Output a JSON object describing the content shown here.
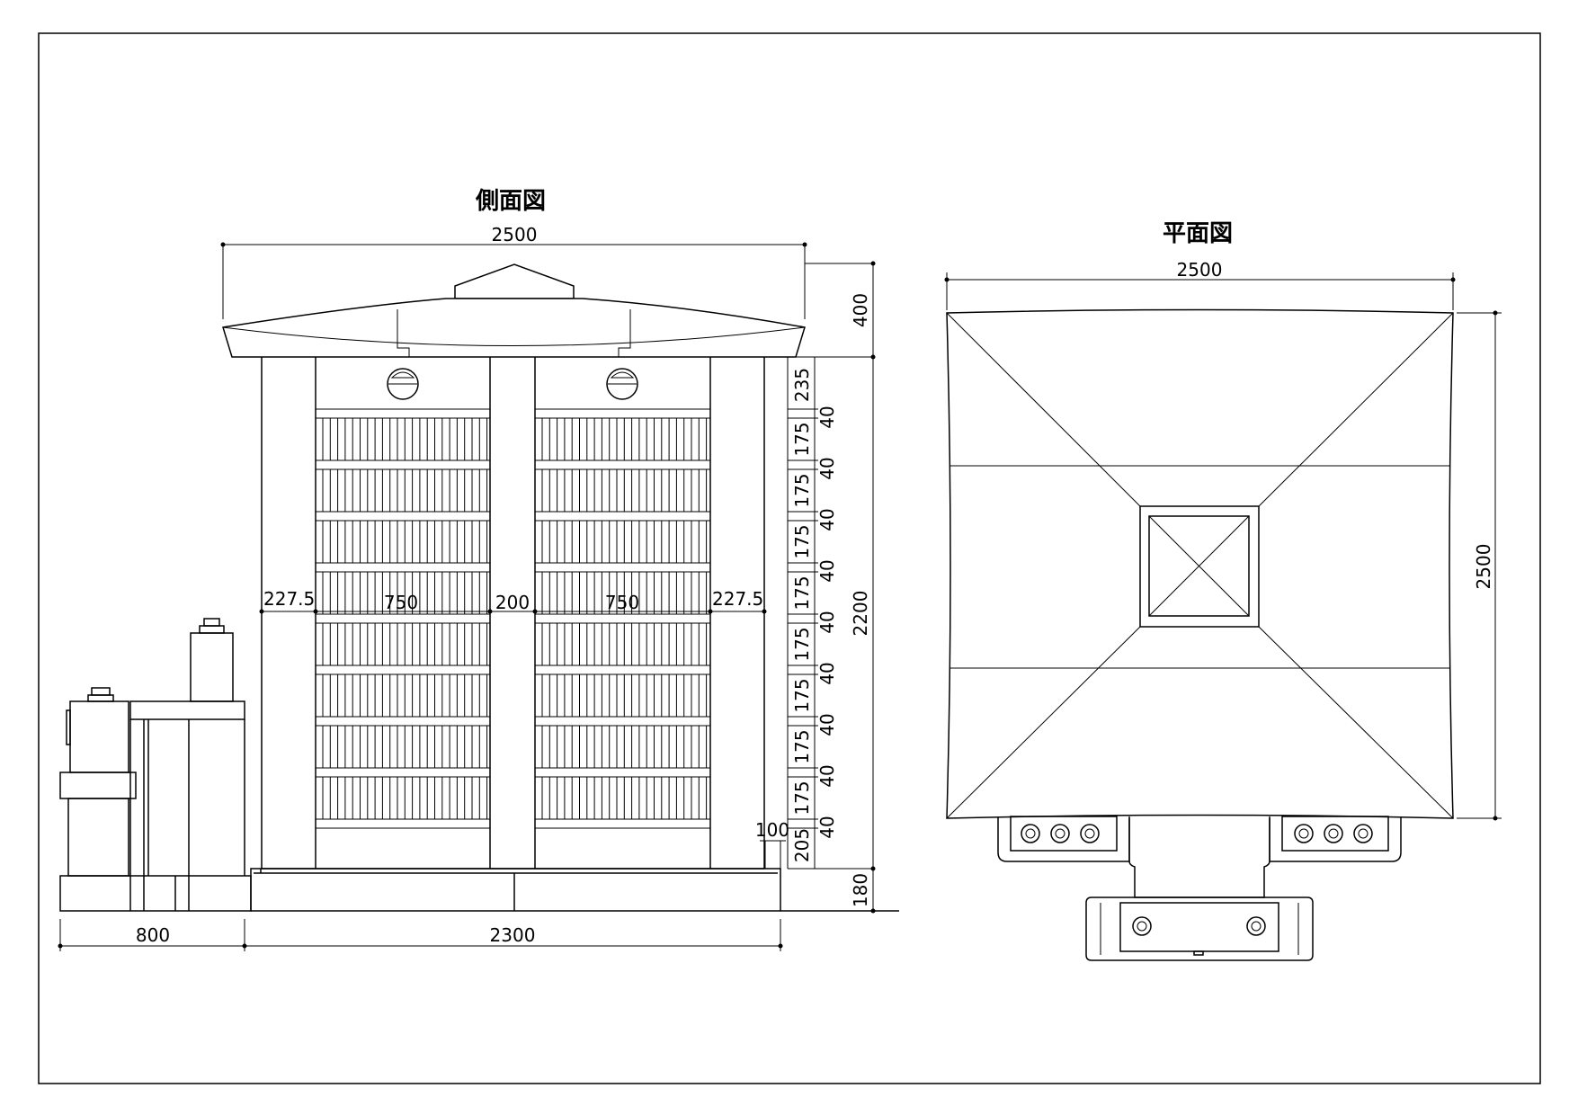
{
  "side_view": {
    "title": "側面図",
    "overall_width": "2500",
    "roof_height": "400",
    "body_height": "2200",
    "base_height": "180",
    "left_pillar": "227.5",
    "left_bay": "750",
    "center_pillar": "200",
    "right_bay": "750",
    "right_pillar": "227.5",
    "top_margin": "235",
    "shelf_height": "175",
    "shelf_gap": "40",
    "bottom_margin": "205",
    "plinth_offset": "100",
    "annex_width": "800",
    "base_width": "2300"
  },
  "plan_view": {
    "title": "平面図",
    "width": "2500",
    "depth": "2500"
  }
}
